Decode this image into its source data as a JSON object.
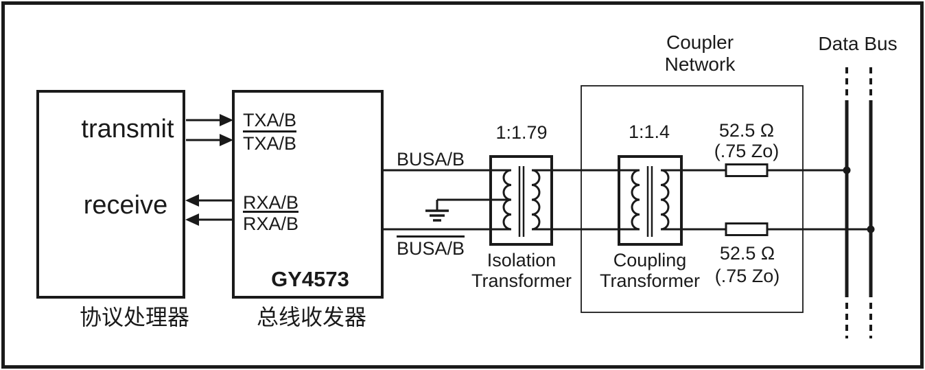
{
  "diagram": {
    "protocol_processor": {
      "transmit_label": "transmit",
      "receive_label": "receive",
      "caption": "协议处理器"
    },
    "transceiver": {
      "chip_name": "GY4573",
      "caption": "总线收发器",
      "pin_tx": "TXA/B",
      "pin_tx_inverted": "TXA/B",
      "pin_rx": "RXA/B",
      "pin_rx_inverted": "RXA/B"
    },
    "bus_signals": {
      "busab": "BUSA/B",
      "busab_inverted": "BUSA/B"
    },
    "isolation_transformer": {
      "ratio": "1:1.79",
      "label": "Isolation\nTransformer"
    },
    "coupling_transformer": {
      "ratio": "1:1.4",
      "label": "Coupling\nTransformer"
    },
    "coupler_network": {
      "label": "Coupler\nNetwork"
    },
    "resistors": {
      "top_value": "52.5 Ω",
      "top_note": "(.75 Zo)",
      "bottom_value": "52.5 Ω",
      "bottom_note": "(.75 Zo)"
    },
    "data_bus": {
      "label": "Data Bus"
    },
    "colors": {
      "line": "#1a1a1a",
      "background": "#ffffff"
    }
  }
}
